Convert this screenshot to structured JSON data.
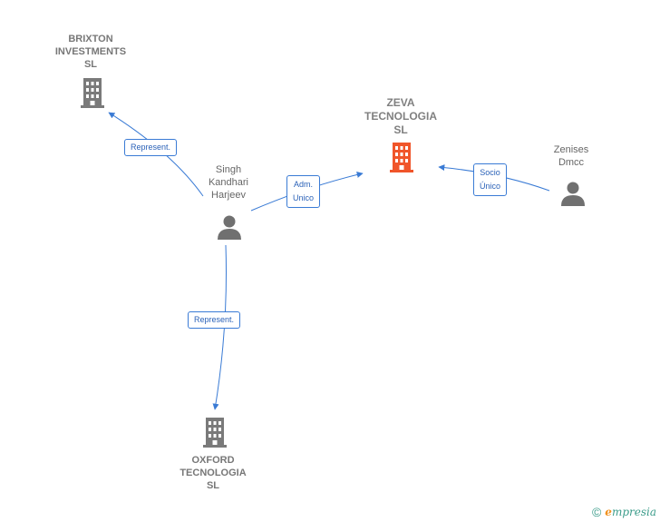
{
  "colors": {
    "edge": "#3a7bd5",
    "company_icon": "#7a7a7a",
    "main_company_icon": "#f0552a",
    "person_icon": "#707070"
  },
  "nodes": {
    "brixton": {
      "label_lines": [
        "BRIXTON",
        "INVESTMENTS",
        "SL"
      ],
      "icon": "building-icon"
    },
    "zeva": {
      "label_lines": [
        "ZEVA",
        "TECNOLOGIA",
        "SL"
      ],
      "icon": "building-icon"
    },
    "oxford": {
      "label_lines": [
        "OXFORD",
        "TECNOLOGIA",
        "SL"
      ],
      "icon": "building-icon"
    },
    "singh": {
      "label_lines": [
        "Singh",
        "Kandhari",
        "Harjeev"
      ],
      "icon": "person-icon"
    },
    "zenises": {
      "label_lines": [
        "Zenises",
        "Dmcc"
      ],
      "icon": "person-icon"
    }
  },
  "edges": {
    "singh_brixton": {
      "label": "Represent."
    },
    "singh_zeva": {
      "label_lines": [
        "Adm.",
        "Unico"
      ]
    },
    "zenises_zeva": {
      "label_lines": [
        "Socio",
        "Único"
      ]
    },
    "singh_oxford": {
      "label": "Represent."
    }
  },
  "footer": {
    "copyright": "©",
    "brand_initial": "e",
    "brand_rest": "mpresia"
  }
}
